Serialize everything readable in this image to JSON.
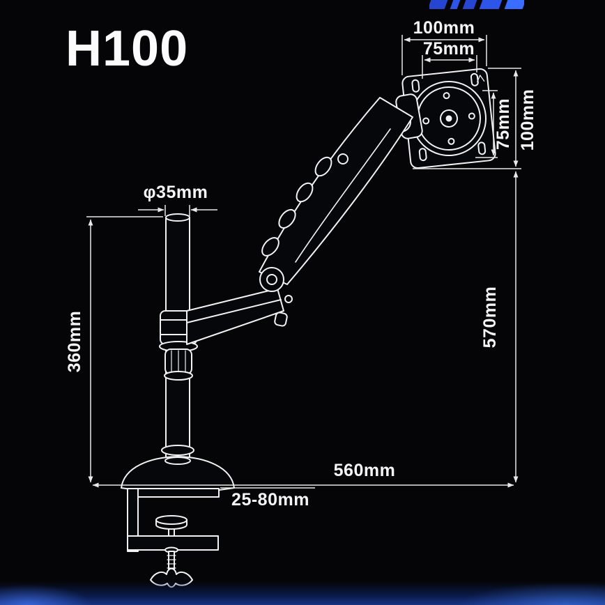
{
  "title": "H100",
  "colors": {
    "background": "#050508",
    "line": "#f2f2f2",
    "text": "#f5f5f5",
    "brand_blue": "#2d55ea",
    "footer_glow": "#173383"
  },
  "dimensions": {
    "vesa_outer_width": "100mm",
    "vesa_inner_width": "75mm",
    "vesa_inner_height": "75mm",
    "vesa_outer_height": "100mm",
    "pole_diameter": "φ35mm",
    "pole_height": "360mm",
    "overall_height": "570mm",
    "arm_reach": "560mm",
    "clamp_thickness_range": "25-80mm"
  }
}
